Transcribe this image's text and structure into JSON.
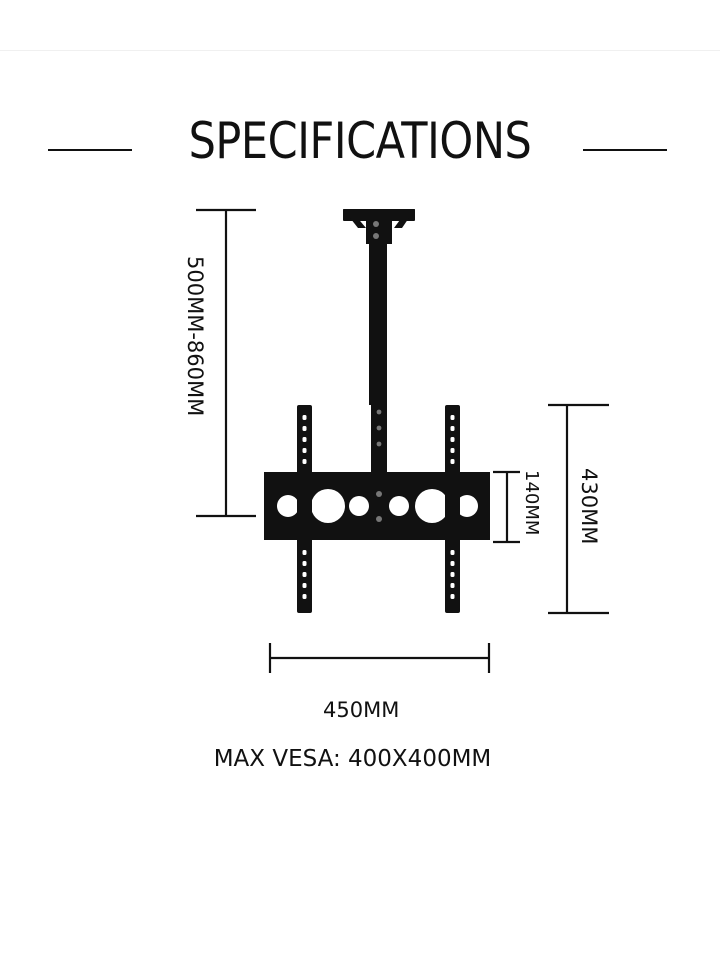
{
  "title": "SPECIFICATIONS",
  "dimensions": {
    "pole_length": "500MM-860MM",
    "plate_height": "140MM",
    "bracket_height": "430MM",
    "width": "450MM"
  },
  "vesa": "MAX VESA: 400X400MM",
  "colors": {
    "ink": "#111111",
    "bracket": "#0d0d0d",
    "background": "#ffffff"
  }
}
